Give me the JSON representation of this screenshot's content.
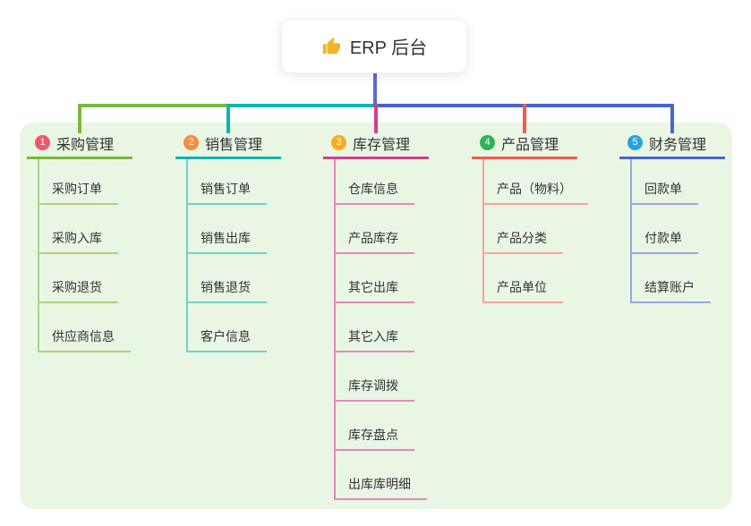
{
  "root": {
    "title": "ERP 后台",
    "icon": "thumbs-up-icon"
  },
  "colors": {
    "panel_bg": "#e9f6e4",
    "root_line": "#5b69d6",
    "text": "#333333",
    "node_bg": "#ffffff"
  },
  "branches": [
    {
      "badge": "1",
      "label": "采购管理",
      "color": "#79b93c",
      "light_color": "#abd57e",
      "badge_color": "#f4546e",
      "children": [
        "采购订单",
        "采购入库",
        "采购退货",
        "供应商信息"
      ]
    },
    {
      "badge": "2",
      "label": "销售管理",
      "color": "#0eb6ae",
      "light_color": "#6fd1ca",
      "badge_color": "#fb8a3c",
      "children": [
        "销售订单",
        "销售出库",
        "销售退货",
        "客户信息"
      ]
    },
    {
      "badge": "3",
      "label": "库存管理",
      "color": "#ce3f91",
      "light_color": "#e38ab9",
      "badge_color": "#fbac19",
      "children": [
        "仓库信息",
        "产品库存",
        "其它出库",
        "其它入库",
        "库存调拨",
        "库存盘点",
        "出库库明细"
      ]
    },
    {
      "badge": "4",
      "label": "产品管理",
      "color": "#f25a50",
      "light_color": "#f7a49d",
      "badge_color": "#2eb457",
      "children": [
        "产品（物料）",
        "产品分类",
        "产品单位"
      ]
    },
    {
      "badge": "5",
      "label": "财务管理",
      "color": "#4766cd",
      "light_color": "#95aae1",
      "badge_color": "#29a2de",
      "children": [
        "回款单",
        "付款单",
        "结算账户"
      ]
    }
  ]
}
